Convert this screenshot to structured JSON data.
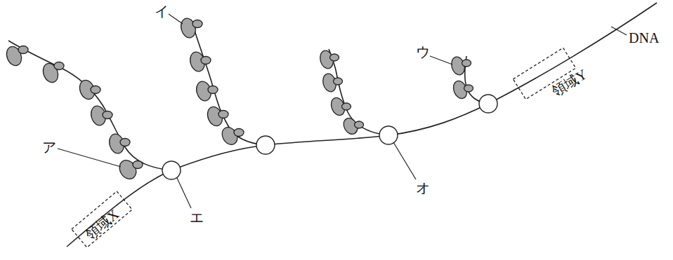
{
  "diagram": {
    "labels": [
      "ア",
      "イ",
      "ウ",
      "エ",
      "オ",
      "DNA",
      "領域X",
      "領域Y"
    ]
  }
}
